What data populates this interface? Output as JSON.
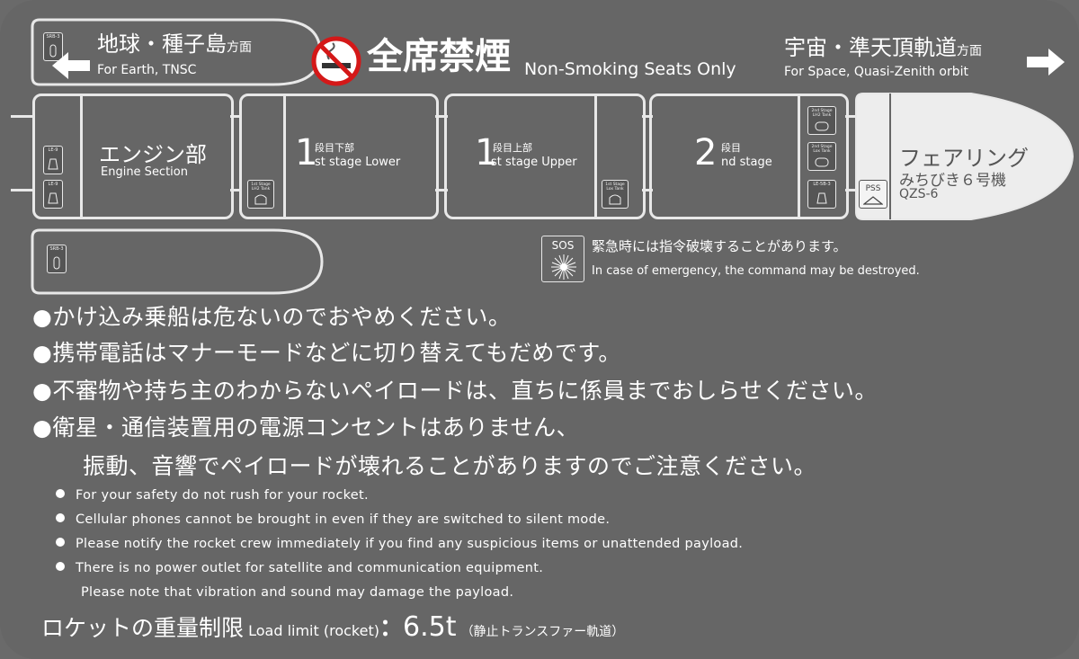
{
  "direction_left": {
    "jp": "地球・種子島",
    "suffix": "方面",
    "en": "For Earth, TNSC",
    "badge": "SRB-3"
  },
  "no_smoking": {
    "jp": "全席禁煙",
    "en": "Non-Smoking Seats Only"
  },
  "direction_right": {
    "jp": "宇宙・準天頂軌道",
    "suffix": "方面",
    "en": "For Space, Quasi-Zenith orbit"
  },
  "cars": {
    "engine": {
      "jp": "エンジン部",
      "en": "Engine Section",
      "badges": [
        "LE-9",
        "LE-9"
      ]
    },
    "stage1_lower": {
      "num": "1",
      "jp": "段目下部",
      "en": "st stage Lower",
      "badge": "1st Stage LH2 Tank"
    },
    "stage1_upper": {
      "num": "1",
      "jp": "段目上部",
      "en": "st stage Upper",
      "badge": "1st Stage Lox Tank"
    },
    "stage2": {
      "num": "2",
      "jp": "段目",
      "en": "nd stage",
      "badges": [
        "2nd Stage LH2 Tank",
        "2nd Stage Lox Tank",
        "LE-5B-3"
      ]
    },
    "fairing": {
      "jp": "フェアリング",
      "payload": "みちびき６号機",
      "payload_en": "QZS-6",
      "badge": "PSS"
    },
    "srb": {
      "badge": "SRB-3"
    }
  },
  "sos": {
    "label": "SOS",
    "jp": "緊急時には指令破壊することがあります。",
    "en": "In case of emergency, the command may be destroyed."
  },
  "notices_jp": [
    "●かけ込み乗船は危ないのでおやめください。",
    "●携帯電話はマナーモードなどに切り替えてもだめです。",
    "●不審物や持ち主のわからないペイロードは、直ちに係員までおしらせください。",
    "●衛星・通信装置用の電源コンセントはありません、",
    "振動、音響でペイロードが壊れることがありますのでご注意ください。"
  ],
  "notices_en": [
    "For your safety do not rush for your rocket.",
    "Cellular phones cannot be brought in even if they are switched to silent mode.",
    "Please notify the rocket crew immediately if you find any suspicious items or unattended payload.",
    "There is no power outlet for satellite and communication equipment.",
    "Please note that vibration and sound may damage the payload."
  ],
  "load_limit": {
    "jp": "ロケットの重量制限",
    "en": "Load limit (rocket)",
    "colon": "：",
    "value": "6.5t",
    "note": "（静止トランスファー軌道）"
  }
}
